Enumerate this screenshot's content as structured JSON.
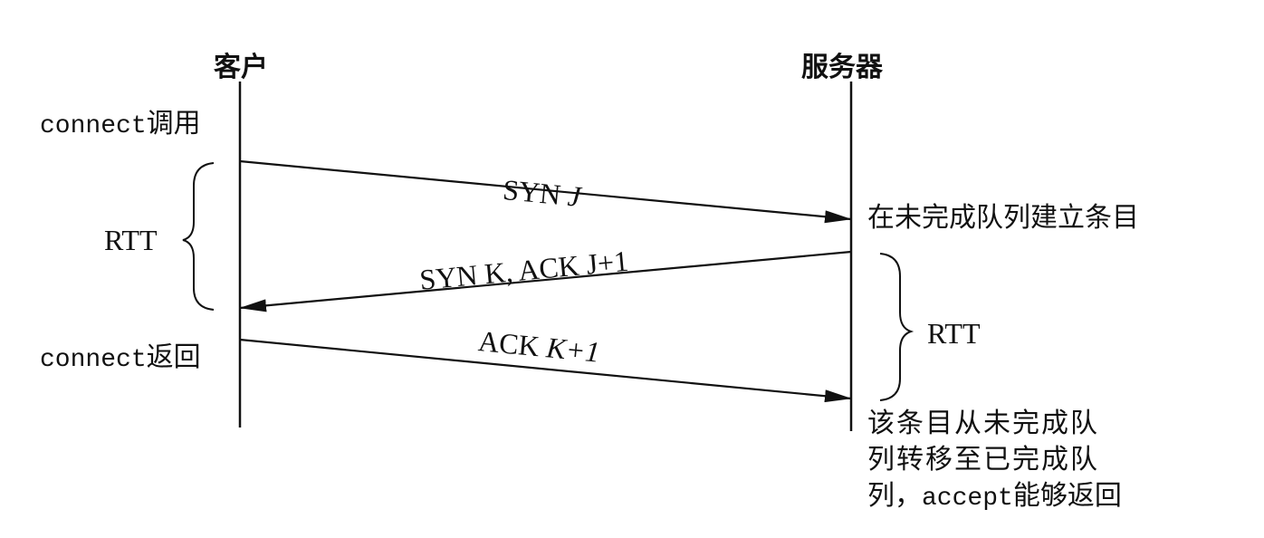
{
  "actors": {
    "client": "客户",
    "server": "服务器"
  },
  "client_notes": {
    "connect_call_fn": "connect",
    "connect_call_suffix": "调用",
    "connect_return_fn": "connect",
    "connect_return_suffix": "返回"
  },
  "messages": [
    {
      "prefix": "SYN ",
      "italic": "J"
    },
    {
      "prefix": "SYN K, ACK J+1",
      "italic": ""
    },
    {
      "prefix": "ACK ",
      "italic": "K+1"
    }
  ],
  "rtt_labels": {
    "left": "RTT",
    "right": "RTT"
  },
  "server_notes": {
    "incomplete_queue": "在未完成队列建立条目",
    "move_line1": "该条目从未完成队",
    "move_line2": "列转移至已完成队",
    "move_line3_prefix": "列，",
    "move_line3_fn": "accept",
    "move_line3_suffix": "能够返回"
  }
}
